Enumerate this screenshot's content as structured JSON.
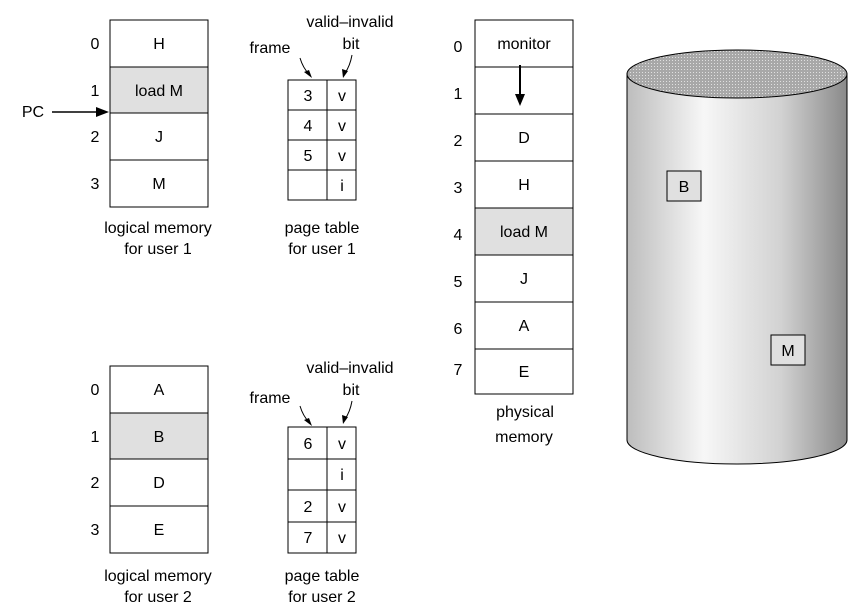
{
  "pc_label": "PC",
  "user1": {
    "logical_memory": {
      "indices": [
        "0",
        "1",
        "2",
        "3"
      ],
      "cells": [
        "H",
        "load M",
        "J",
        "M"
      ],
      "caption_line1": "logical memory",
      "caption_line2": "for user 1"
    },
    "page_table": {
      "frame_label": "frame",
      "valid_label_line1": "valid–invalid",
      "valid_label_line2": "bit",
      "frames": [
        "3",
        "4",
        "5",
        ""
      ],
      "bits": [
        "v",
        "v",
        "v",
        "i"
      ],
      "caption_line1": "page table",
      "caption_line2": "for user 1"
    }
  },
  "user2": {
    "logical_memory": {
      "indices": [
        "0",
        "1",
        "2",
        "3"
      ],
      "cells": [
        "A",
        "B",
        "D",
        "E"
      ],
      "caption_line1": "logical memory",
      "caption_line2": "for user 2"
    },
    "page_table": {
      "frame_label": "frame",
      "valid_label_line1": "valid–invalid",
      "valid_label_line2": "bit",
      "frames": [
        "6",
        "",
        "2",
        "7"
      ],
      "bits": [
        "v",
        "i",
        "v",
        "v"
      ],
      "caption_line1": "page table",
      "caption_line2": "for user 2"
    }
  },
  "physical_memory": {
    "indices": [
      "0",
      "1",
      "2",
      "3",
      "4",
      "5",
      "6",
      "7"
    ],
    "cells": [
      "monitor",
      "",
      "D",
      "H",
      "load M",
      "J",
      "A",
      "E"
    ],
    "caption_line1": "physical",
    "caption_line2": "memory"
  },
  "disk": {
    "pages": [
      "B",
      "M"
    ]
  },
  "colors": {
    "highlight": "#e0e0e0",
    "border": "#000000"
  }
}
